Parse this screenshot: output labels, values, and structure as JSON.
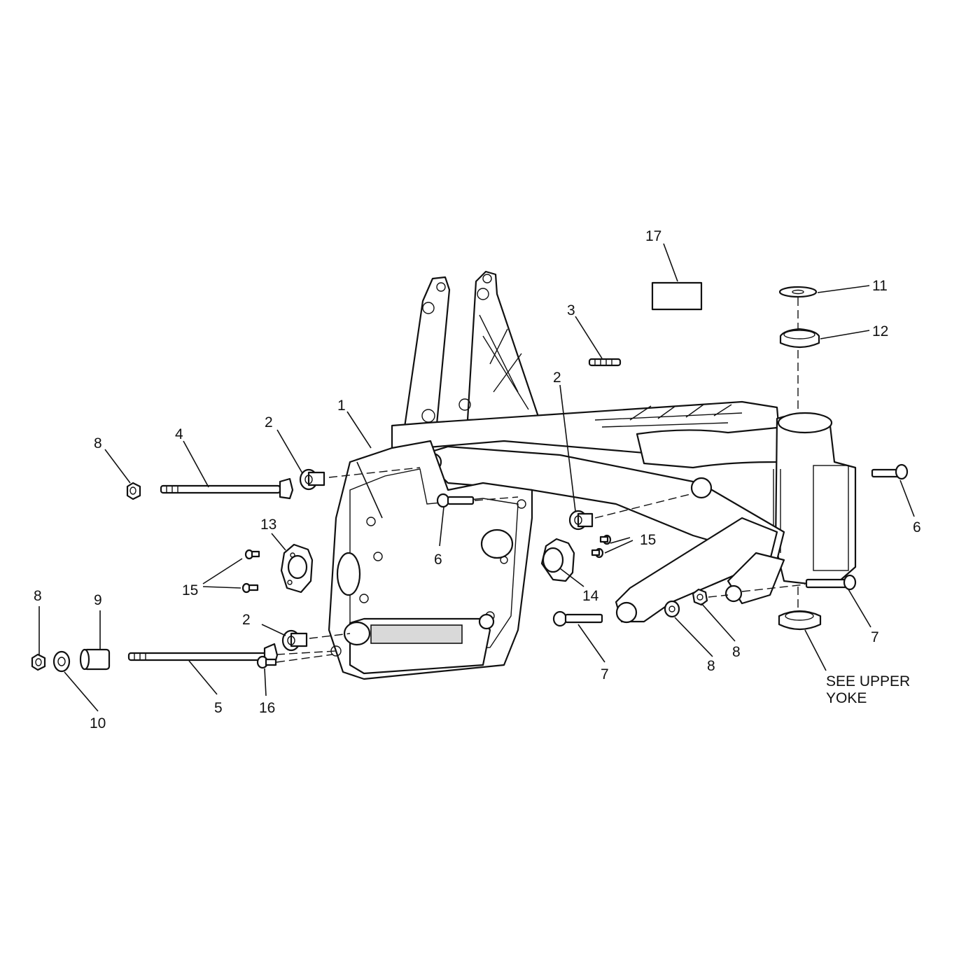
{
  "callouts": [
    {
      "id": "c1",
      "text": "1"
    },
    {
      "id": "c2a",
      "text": "2"
    },
    {
      "id": "c2b",
      "text": "2"
    },
    {
      "id": "c2c",
      "text": "2"
    },
    {
      "id": "c3",
      "text": "3"
    },
    {
      "id": "c4",
      "text": "4"
    },
    {
      "id": "c5",
      "text": "5"
    },
    {
      "id": "c6a",
      "text": "6"
    },
    {
      "id": "c6b",
      "text": "6"
    },
    {
      "id": "c7a",
      "text": "7"
    },
    {
      "id": "c7b",
      "text": "7"
    },
    {
      "id": "c8a",
      "text": "8"
    },
    {
      "id": "c8b",
      "text": "8"
    },
    {
      "id": "c8c",
      "text": "8"
    },
    {
      "id": "c8d",
      "text": "8"
    },
    {
      "id": "c9",
      "text": "9"
    },
    {
      "id": "c10",
      "text": "10"
    },
    {
      "id": "c11",
      "text": "11"
    },
    {
      "id": "c12",
      "text": "12"
    },
    {
      "id": "c13",
      "text": "13"
    },
    {
      "id": "c14",
      "text": "14"
    },
    {
      "id": "c15a",
      "text": "15"
    },
    {
      "id": "c15b",
      "text": "15"
    },
    {
      "id": "c16",
      "text": "16"
    },
    {
      "id": "c17",
      "text": "17"
    }
  ],
  "note": {
    "line1": "SEE UPPER",
    "line2": "YOKE"
  }
}
